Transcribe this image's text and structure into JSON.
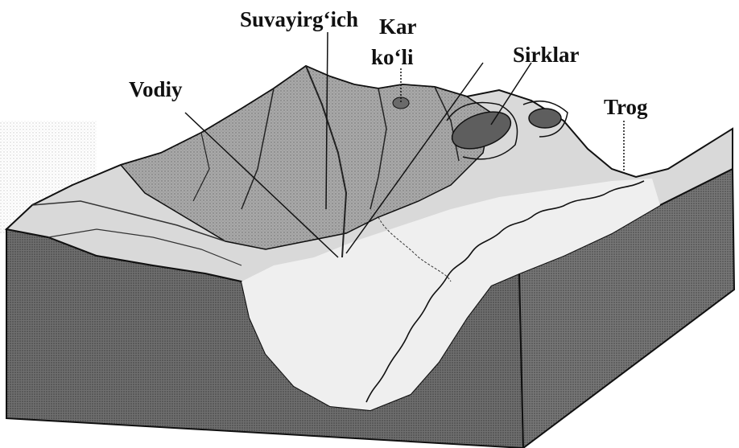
{
  "labels": {
    "suvayirgich": "Suvayirg‘ich",
    "kar_koli_line1": "Kar",
    "kar_koli_line2": "ko‘li",
    "sirklar": "Sirklar",
    "vodiy": "Vodiy",
    "trog": "Trog"
  },
  "colors": {
    "ink": "#111111",
    "block_side": "#6f6f6f",
    "terrain_light": "#d9d9d9",
    "terrain_mid": "#a9a9a9",
    "terrain_dark": "#7c7c7c",
    "valley_floor": "#efefef",
    "lake": "#5e5e5e"
  },
  "texture": "halftone-print"
}
